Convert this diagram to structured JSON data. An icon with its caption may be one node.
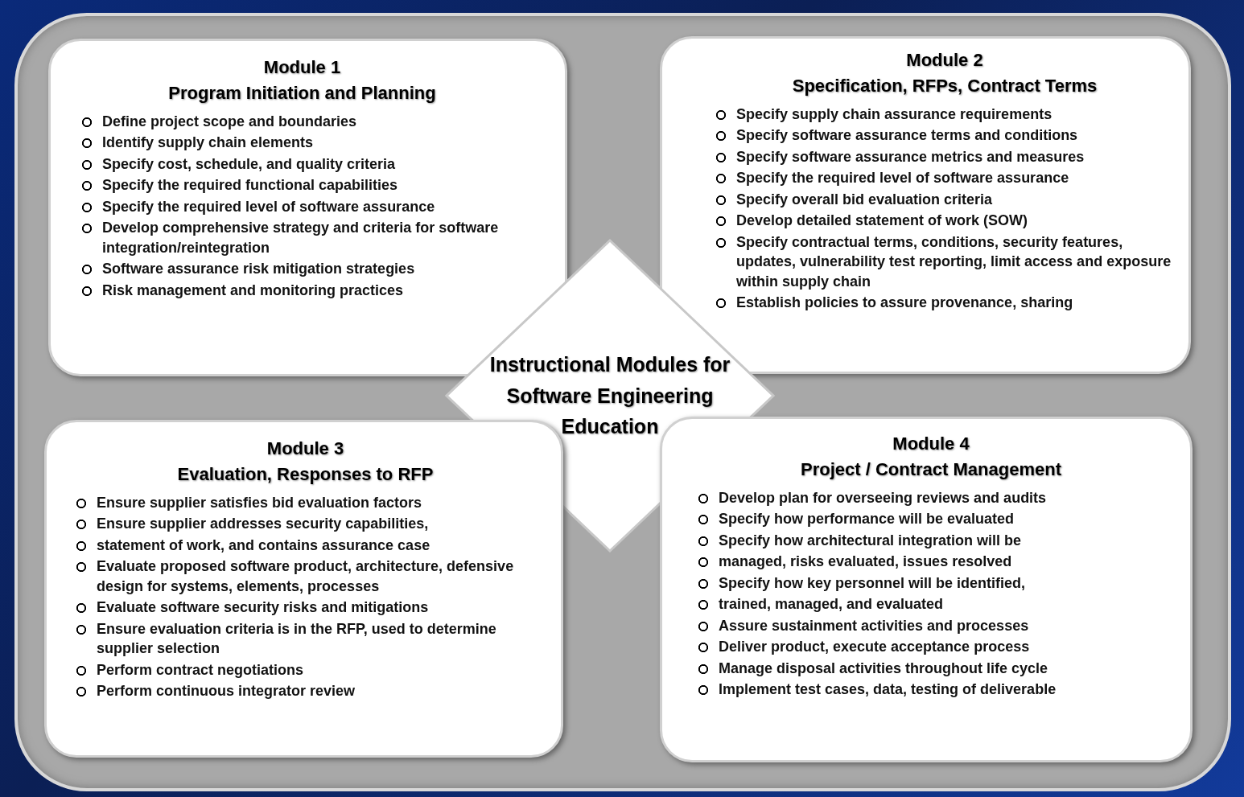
{
  "diagram": {
    "nodes": [
      {
        "text": [
          "Module 1",
          "Program Initiation and Planning",
          "Define project scope and boundaries",
          "Identify supply chain elements",
          "Specify cost, schedule, and quality criteria",
          "Specify the required functional capabilities",
          "Specify the required level of software assurance",
          "Develop comprehensive strategy and criteria for software integration/reintegration",
          "Software assurance risk mitigation strategies",
          "Risk management and monitoring practices"
        ]
      },
      {
        "text": [
          "Module 2",
          "Specification, RFPs, Contract Terms",
          "Specify supply chain assurance requirements",
          "Specify software assurance terms and conditions",
          "Specify software assurance metrics and measures",
          "Specify the required level of software assurance",
          "Specify overall bid evaluation criteria",
          "Develop detailed statement of work (SOW)",
          "Specify contractual terms, conditions, security features, updates, vulnerability test reporting, limit access and exposure within supply chain",
          "Establish policies to assure provenance, sharing"
        ]
      },
      {
        "text": [
          "Instructional Modules for Software Engineering Education"
        ]
      },
      {
        "text": [
          "Module 3",
          "Evaluation, Responses to RFP",
          "Ensure supplier satisfies bid evaluation factors",
          "Ensure supplier addresses security capabilities,",
          "statement of work, and contains assurance case",
          "Evaluate proposed software product, architecture, defensive design for systems, elements, processes",
          "Evaluate software security risks and mitigations",
          "Ensure evaluation criteria is in the RFP, used to determine supplier selection",
          "Perform contract negotiations",
          "Perform continuous integrator review"
        ]
      },
      {
        "text": [
          "Module 4",
          "Project / Contract Management",
          "Develop plan for overseeing reviews and audits",
          "Specify how performance will be evaluated",
          "Specify how architectural integration will be",
          "managed, risks evaluated, issues resolved",
          "Specify how key personnel will be identified,",
          "trained, managed, and evaluated",
          "Assure sustainment activities and processes",
          "Deliver product, execute acceptance process",
          "Manage disposal activities throughout life cycle",
          "Implement test cases, data, testing of deliverable"
        ]
      }
    ],
    "edges": []
  }
}
